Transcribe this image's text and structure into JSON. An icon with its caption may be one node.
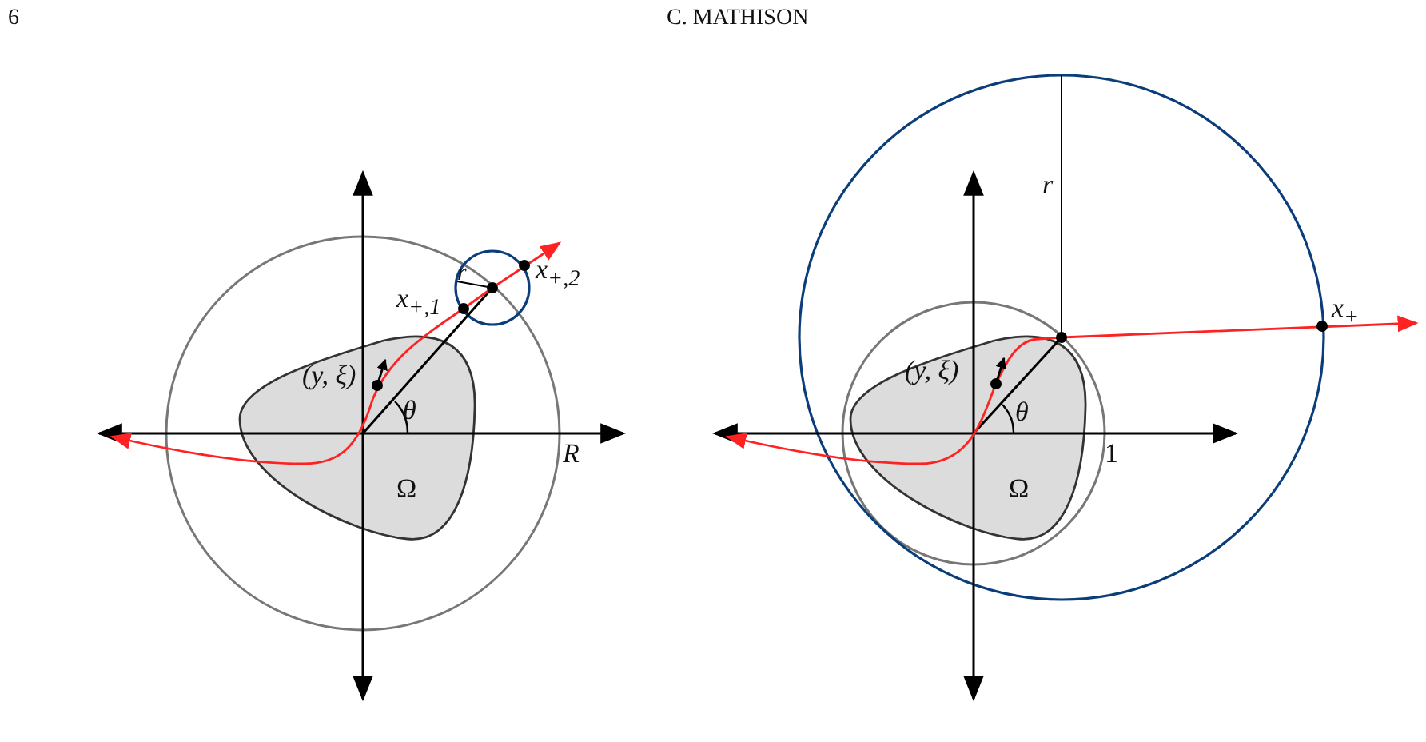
{
  "diagram": {
    "nodes": [
      {
        "text": [
          "Ω"
        ]
      },
      {
        "text": [
          "Ω"
        ]
      }
    ],
    "labels": [
      "6",
      "C. MATHISON",
      "r",
      "x$_{+,1}$",
      "x$_{+,2}$",
      "(y, ξ)",
      "θ",
      "R",
      "r",
      "x$_{+}$",
      "(y, ξ)",
      "θ",
      "1"
    ]
  }
}
